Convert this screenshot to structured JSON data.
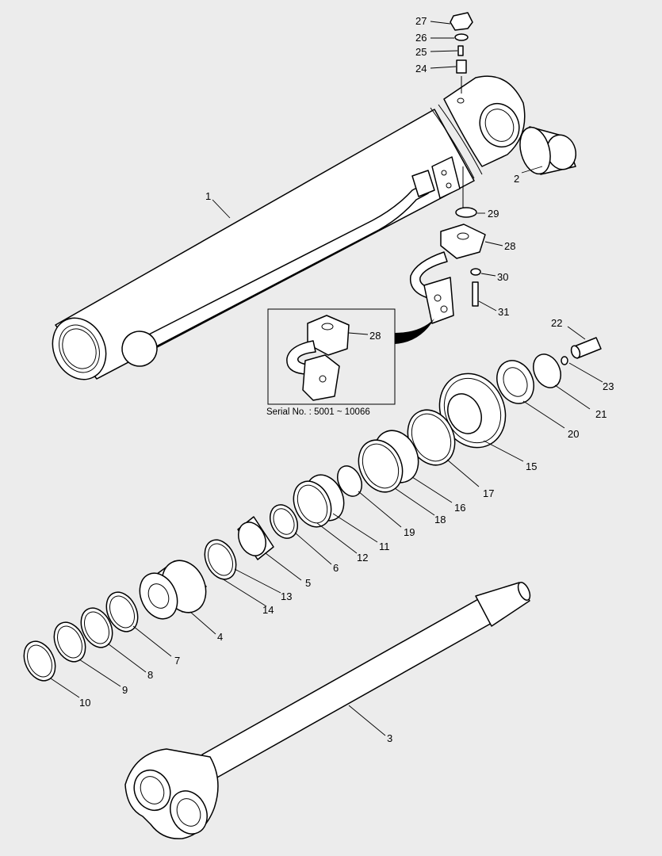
{
  "callouts": [
    {
      "id": "c27",
      "text": "27"
    },
    {
      "id": "c26",
      "text": "26"
    },
    {
      "id": "c25",
      "text": "25"
    },
    {
      "id": "c24",
      "text": "24"
    },
    {
      "id": "c1",
      "text": "1"
    },
    {
      "id": "c2",
      "text": "2"
    },
    {
      "id": "c29",
      "text": "29"
    },
    {
      "id": "c28",
      "text": "28"
    },
    {
      "id": "c30",
      "text": "30"
    },
    {
      "id": "c31",
      "text": "31"
    },
    {
      "id": "c28b",
      "text": "28"
    },
    {
      "id": "c22",
      "text": "22"
    },
    {
      "id": "c23",
      "text": "23"
    },
    {
      "id": "c21",
      "text": "21"
    },
    {
      "id": "c20",
      "text": "20"
    },
    {
      "id": "c15",
      "text": "15"
    },
    {
      "id": "c17",
      "text": "17"
    },
    {
      "id": "c16",
      "text": "16"
    },
    {
      "id": "c18",
      "text": "18"
    },
    {
      "id": "c19",
      "text": "19"
    },
    {
      "id": "c11",
      "text": "11"
    },
    {
      "id": "c12",
      "text": "12"
    },
    {
      "id": "c6",
      "text": "6"
    },
    {
      "id": "c5",
      "text": "5"
    },
    {
      "id": "c13",
      "text": "13"
    },
    {
      "id": "c14",
      "text": "14"
    },
    {
      "id": "c4",
      "text": "4"
    },
    {
      "id": "c7",
      "text": "7"
    },
    {
      "id": "c8",
      "text": "8"
    },
    {
      "id": "c9",
      "text": "9"
    },
    {
      "id": "c10",
      "text": "10"
    },
    {
      "id": "c3",
      "text": "3"
    }
  ],
  "inset": {
    "caption": "Serial No. : 5001 ~ 10066"
  }
}
